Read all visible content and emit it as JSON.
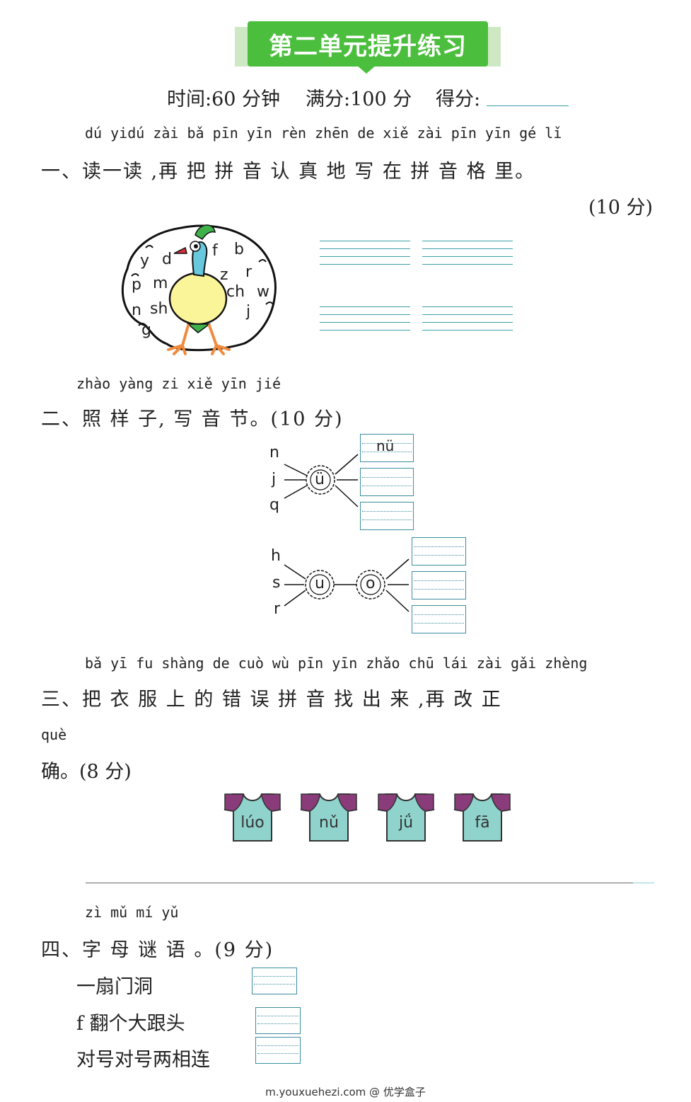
{
  "header": {
    "title": "第二单元提升练习",
    "time_label": "时间:60 分钟",
    "full_score_label": "满分:100 分",
    "score_label": "得分:"
  },
  "q1": {
    "pinyin": "dú yidú  zài bǎ pīn yīn rèn zhēn de xiě zài pīn yīn gé lǐ",
    "text": "一、读一读 ,再 把 拼 音  认  真 地 写 在  拼 音 格 里。",
    "points": "(10 分)",
    "peacock_letters": [
      "y",
      "d",
      "f",
      "b",
      "p",
      "m",
      "z",
      "r",
      "ch",
      "w",
      "n",
      "sh",
      "j",
      "g"
    ]
  },
  "q2": {
    "pinyin": "zhào yàng zi  xiě yīn jié",
    "text": "二、照  样  子, 写 音  节。(10 分)",
    "group1": {
      "left": [
        "n",
        "j",
        "q"
      ],
      "center": "ü",
      "example": "nü"
    },
    "group2": {
      "left": [
        "h",
        "s",
        "r"
      ],
      "center1": "u",
      "center2": "o"
    }
  },
  "q3": {
    "pinyin": "bǎ  yī fu  shàng de cuò wù pīn yīn zhǎo chū lái   zài gǎi zhèng",
    "text": "三、把 衣 服  上   的 错 误 拼 音  找  出  来 ,再  改  正",
    "pinyin2": "què",
    "text2": "确。(8 分)",
    "shirts": [
      "lúo",
      "nǔ",
      "jǘ",
      "fā"
    ],
    "shirt_colors": {
      "body": "#8fd3cc",
      "collar": "#8a3b7a"
    }
  },
  "q4": {
    "pinyin": "zì mǔ  mí yǔ",
    "text": "四、字  母  谜  语  。(9 分)",
    "riddles": [
      "一扇门洞",
      "f 翻个大跟头",
      "对号对号两相连"
    ]
  },
  "footer": {
    "text": "m.youxuehezi.com @ 优学盒子"
  }
}
